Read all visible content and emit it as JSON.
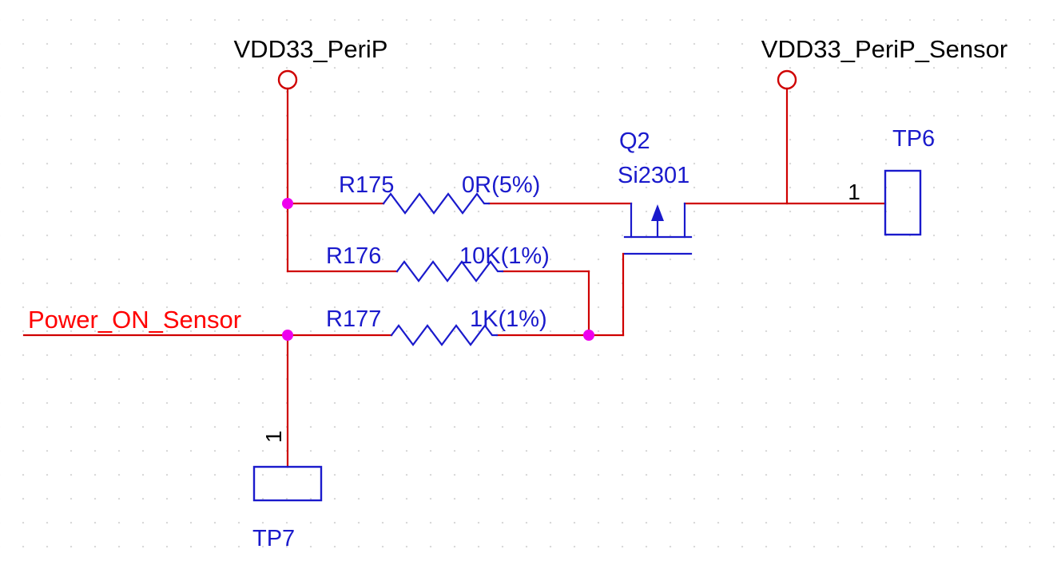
{
  "colors": {
    "background": "#ffffff",
    "grid_dot": "#d9d9d9",
    "wire": "#cf0000",
    "symbol_blue": "#1a1acc",
    "junction_magenta": "#ee00ee",
    "net_label_black": "#000000",
    "net_label_red": "#ff0000"
  },
  "nets": {
    "vdd33_perip": "VDD33_PeriP",
    "vdd33_perip_sensor": "VDD33_PeriP_Sensor",
    "power_on_sensor": "Power_ON_Sensor"
  },
  "components": {
    "r175": {
      "ref": "R175",
      "value": "0R(5%)"
    },
    "r176": {
      "ref": "R176",
      "value": "10K(1%)"
    },
    "r177": {
      "ref": "R177",
      "value": "1K(1%)"
    },
    "q2": {
      "ref": "Q2",
      "value": "Si2301"
    },
    "tp6": {
      "ref": "TP6",
      "pin": "1"
    },
    "tp7": {
      "ref": "TP7",
      "pin": "1"
    }
  }
}
